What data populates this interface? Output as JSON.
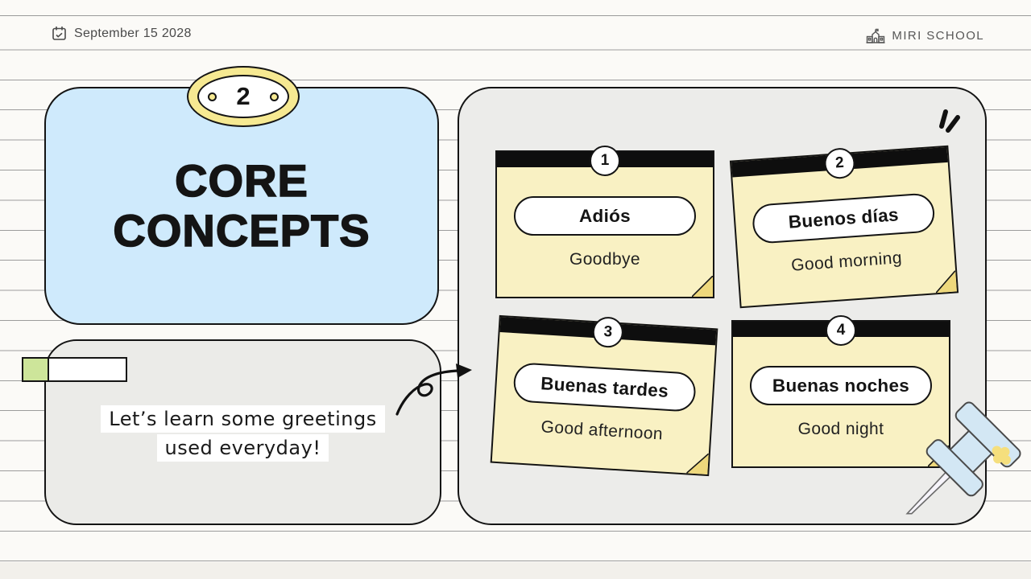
{
  "header": {
    "date": "September 15 2028",
    "date_icon": "calendar-check-icon",
    "school": "MIRI SCHOOL",
    "school_icon": "school-building-icon"
  },
  "title_card": {
    "section_number": "2",
    "title": "CORE CONCEPTS"
  },
  "intro_card": {
    "line1": "Let’s learn some greetings",
    "line2": "used everyday!"
  },
  "main": {
    "notes": [
      {
        "number": "1",
        "term": "Adiós",
        "translation": "Goodbye"
      },
      {
        "number": "2",
        "term": "Buenos días",
        "translation": "Good morning"
      },
      {
        "number": "3",
        "term": "Buenas tardes",
        "translation": "Good afternoon"
      },
      {
        "number": "4",
        "term": "Buenas noches",
        "translation": "Good night"
      }
    ]
  },
  "decorations": {
    "arrow": "curved-loop-arrow-icon",
    "sparkle": "emphasis-sparkle-icon",
    "pushpin": "pushpin-icon"
  },
  "colors": {
    "background": "#fbfaf7",
    "ruled_line": "#9c9c9c",
    "title_card_blue": "#cfeafc",
    "panel_gray": "#ececea",
    "sticky_yellow": "#f9f1c3",
    "fold_gold": "#eed87c",
    "badge_yellow": "#f6e992",
    "highlight_green": "#cde59a",
    "ink": "#141414",
    "pin_blue": "#d3e7f4"
  }
}
